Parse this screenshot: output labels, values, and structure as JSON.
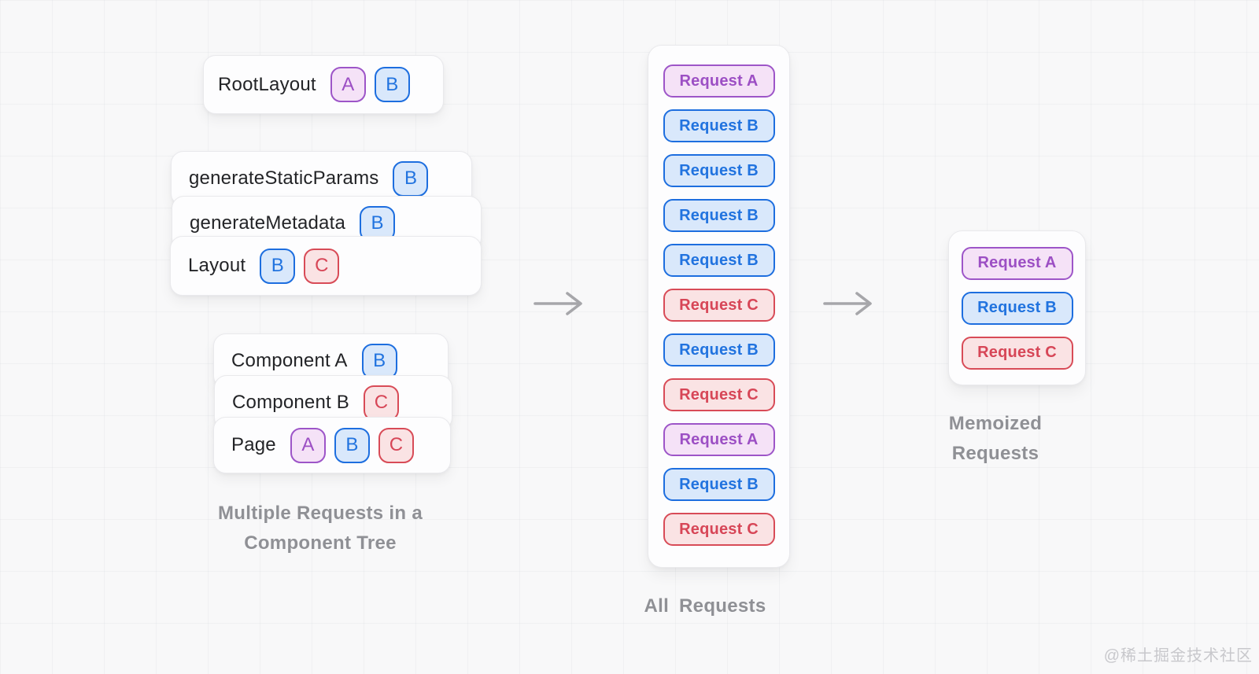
{
  "palette": {
    "purple": {
      "border": "#9D55C8",
      "bg": "#F5E2F7",
      "text": "#9C4FC4"
    },
    "blue": {
      "border": "#1D6EDF",
      "bg": "#D9E8FB",
      "text": "#2173DF"
    },
    "red": {
      "border": "#D84B57",
      "bg": "#FAE3E4",
      "text": "#D74657"
    },
    "card_bg": "#FDFDFE",
    "caption_gray": "#8F9095",
    "arrow_gray": "#A6A6AA"
  },
  "component_tree": {
    "caption_line1": "Multiple Requests in a",
    "caption_line2": "Component Tree",
    "cards": [
      {
        "name": "RootLayout",
        "badges": [
          {
            "label": "A",
            "color": "purple"
          },
          {
            "label": "B",
            "color": "blue"
          }
        ]
      },
      {
        "name": "generateStaticParams",
        "badges": [
          {
            "label": "B",
            "color": "blue"
          }
        ]
      },
      {
        "name": "generateMetadata",
        "badges": [
          {
            "label": "B",
            "color": "blue"
          }
        ]
      },
      {
        "name": "Layout",
        "badges": [
          {
            "label": "B",
            "color": "blue"
          },
          {
            "label": "C",
            "color": "red"
          }
        ]
      },
      {
        "name": "Component A",
        "badges": [
          {
            "label": "B",
            "color": "blue"
          }
        ]
      },
      {
        "name": "Component B",
        "badges": [
          {
            "label": "C",
            "color": "red"
          }
        ]
      },
      {
        "name": "Page",
        "badges": [
          {
            "label": "A",
            "color": "purple"
          },
          {
            "label": "B",
            "color": "blue"
          },
          {
            "label": "C",
            "color": "red"
          }
        ]
      }
    ]
  },
  "all_requests": {
    "caption": "All Requests",
    "items": [
      {
        "label": "Request A",
        "color": "purple"
      },
      {
        "label": "Request B",
        "color": "blue"
      },
      {
        "label": "Request B",
        "color": "blue"
      },
      {
        "label": "Request B",
        "color": "blue"
      },
      {
        "label": "Request B",
        "color": "blue"
      },
      {
        "label": "Request C",
        "color": "red"
      },
      {
        "label": "Request B",
        "color": "blue"
      },
      {
        "label": "Request C",
        "color": "red"
      },
      {
        "label": "Request A",
        "color": "purple"
      },
      {
        "label": "Request B",
        "color": "blue"
      },
      {
        "label": "Request C",
        "color": "red"
      }
    ]
  },
  "memoized_requests": {
    "caption_line1": "Memoized",
    "caption_line2": "Requests",
    "items": [
      {
        "label": "Request A",
        "color": "purple"
      },
      {
        "label": "Request B",
        "color": "blue"
      },
      {
        "label": "Request C",
        "color": "red"
      }
    ]
  },
  "watermark": "@稀土掘金技术社区"
}
